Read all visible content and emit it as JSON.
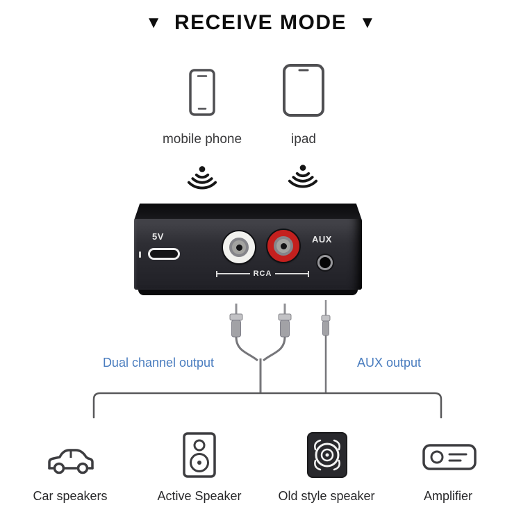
{
  "title": {
    "arrow": "▼",
    "text": "RECEIVE MODE"
  },
  "sources": {
    "phone_label": "mobile phone",
    "ipad_label": "ipad"
  },
  "device": {
    "power_label": "5V",
    "rca_label": "RCA",
    "aux_label": "AUX"
  },
  "outputs": {
    "dual_label": "Dual channel output",
    "aux_label": "AUX output"
  },
  "destinations": [
    {
      "label": "Car speakers",
      "icon": "car-icon"
    },
    {
      "label": "Active Speaker",
      "icon": "active-speaker-icon"
    },
    {
      "label": "Old style speaker",
      "icon": "old-style-speaker-icon"
    },
    {
      "label": "Amplifier",
      "icon": "amplifier-icon"
    }
  ],
  "colors": {
    "accent_blue": "#4a7dbf",
    "line_gray": "#58585a",
    "rca_red": "#c4201e",
    "device_black": "#222226",
    "label_dark": "#28282a"
  }
}
